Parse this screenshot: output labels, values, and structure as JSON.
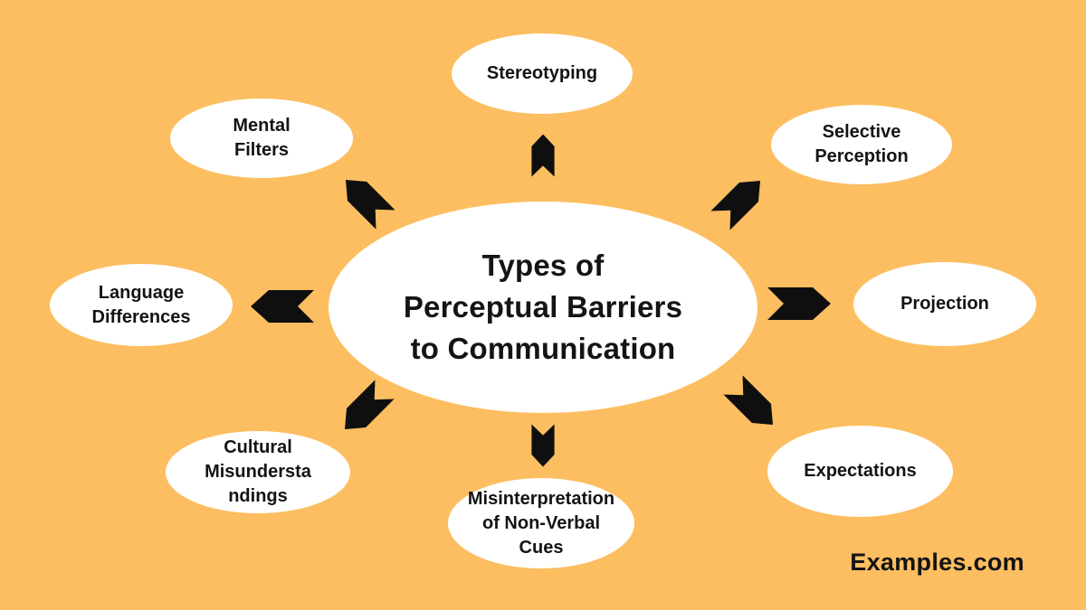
{
  "canvas": {
    "background_color": "#FCBE60",
    "node_fill": "#ffffff",
    "arrow_color": "#0f0f0f",
    "text_color": "#141414"
  },
  "center": {
    "id": "center-topic",
    "lines": [
      "Types of",
      "Perceptual Barriers",
      "to Communication"
    ]
  },
  "nodes": [
    {
      "id": "stereotyping",
      "lines": [
        "Stereotyping"
      ]
    },
    {
      "id": "mental-filters",
      "lines": [
        "Mental",
        "Filters"
      ]
    },
    {
      "id": "selective-perception",
      "lines": [
        "Selective",
        "Perception"
      ]
    },
    {
      "id": "language-differences",
      "lines": [
        "Language",
        "Differences"
      ]
    },
    {
      "id": "projection",
      "lines": [
        "Projection"
      ]
    },
    {
      "id": "cultural-misunderstandings",
      "lines": [
        "Cultural",
        "Misundersta",
        "ndings"
      ]
    },
    {
      "id": "expectations",
      "lines": [
        "Expectations"
      ]
    },
    {
      "id": "misinterpretation",
      "lines": [
        "Misinterpretation",
        "of Non-Verbal",
        "Cues"
      ]
    }
  ],
  "arrows": [
    "arrow-up-icon",
    "arrow-up-right-icon",
    "arrow-right-icon",
    "arrow-down-right-icon",
    "arrow-down-icon",
    "arrow-down-left-icon",
    "arrow-left-icon",
    "arrow-up-left-icon"
  ],
  "branding": {
    "watermark": "Examples.com"
  }
}
